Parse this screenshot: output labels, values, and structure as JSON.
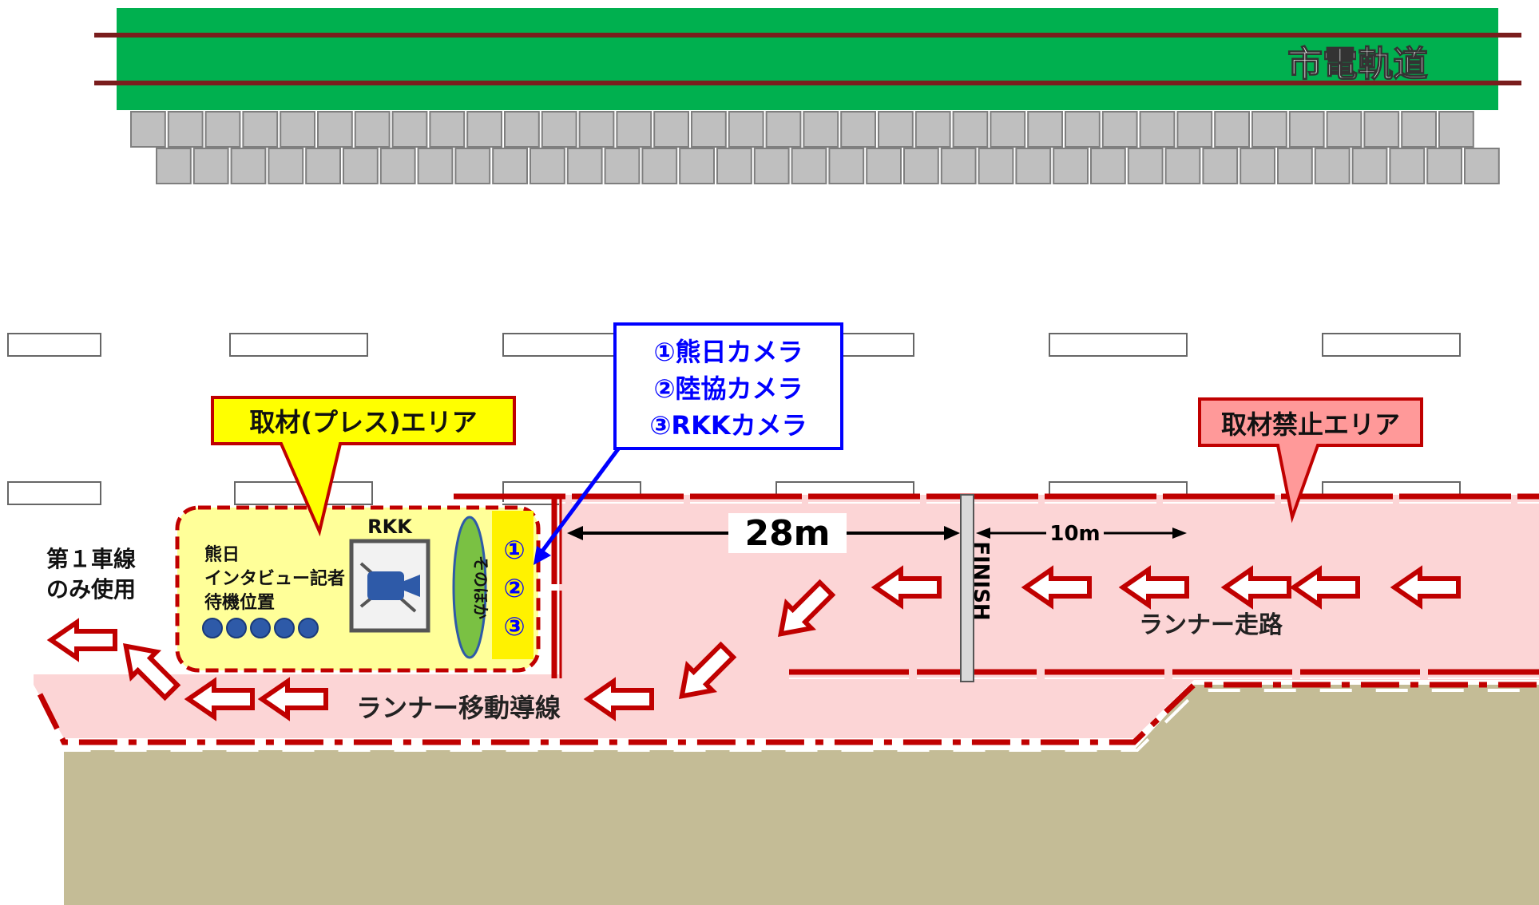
{
  "tram": {
    "label": "市電軌道"
  },
  "callouts": {
    "press": {
      "label": "取材(プレス)エリア"
    },
    "forbidden": {
      "label": "取材禁止エリア"
    },
    "cameras": {
      "lines": [
        "①熊日カメラ",
        "②陸協カメラ",
        "③RKKカメラ"
      ]
    }
  },
  "press_area": {
    "kumanichi": {
      "lines": [
        "熊日",
        "インタビュー記者",
        "待機位置"
      ],
      "dot_count": 5
    },
    "rkk": {
      "label": "RKK"
    },
    "others": {
      "label": "そのほか"
    },
    "camera_numbers": [
      "①",
      "②",
      "③"
    ]
  },
  "lane_note": {
    "lines": [
      "第１車線",
      "のみ使用"
    ]
  },
  "distances": {
    "main": "28m",
    "after_finish": "10m"
  },
  "finish": {
    "label": "FINISH"
  },
  "paths": {
    "runner_course": "ランナー走路",
    "runner_exit": "ランナー移動導線"
  },
  "colors": {
    "tram": "#00b04f",
    "rail": "#7a1d1d",
    "curb": "#bfbfbf",
    "course": "#fcd5d6",
    "fence": "#c00000",
    "press_fill": "#ffff99",
    "callout_yellow": "#ffff00",
    "callout_pink": "#ff9999",
    "callout_blue": "#0000ff",
    "ground": "#c4bc96",
    "dot": "#2e5aa8",
    "oval": "#7ac143",
    "camera": "#2e5aa8"
  }
}
